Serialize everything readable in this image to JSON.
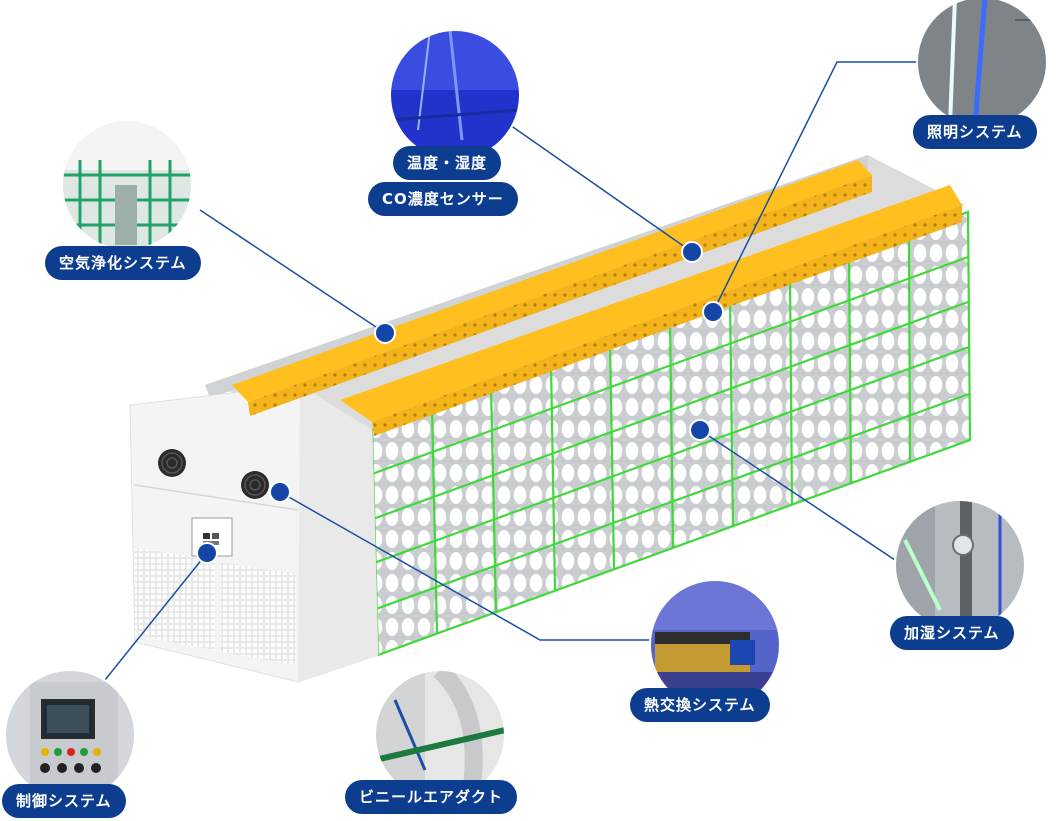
{
  "colors": {
    "label_bg": "#0d3d8f",
    "leader_line": "#1a4fa3",
    "marker_dot": "#1446a8",
    "frame_green": "#3fd93a",
    "duct_yellow": "#f2b41a",
    "panel_white": "#f4f4f4"
  },
  "labels": {
    "air_purification": "空気浄化システム",
    "temperature_humidity": "温度・湿度",
    "co_sensor": "CO濃度センサー",
    "lighting": "照明システム",
    "humidification": "加湿システム",
    "heat_exchange": "熱交換システム",
    "control": "制御システム",
    "vinyl_air_duct": "ビニールエアダクト"
  },
  "inset_photos": {
    "air_purification": "greenhouse-interior-photo",
    "temperature_humidity": "blue-lit-sensor-photo",
    "lighting": "led-strip-photo",
    "humidification": "humidifier-pipe-photo",
    "heat_exchange": "heat-exchanger-unit-photo",
    "control": "control-panel-photo",
    "vinyl_air_duct": "vinyl-duct-photo"
  }
}
